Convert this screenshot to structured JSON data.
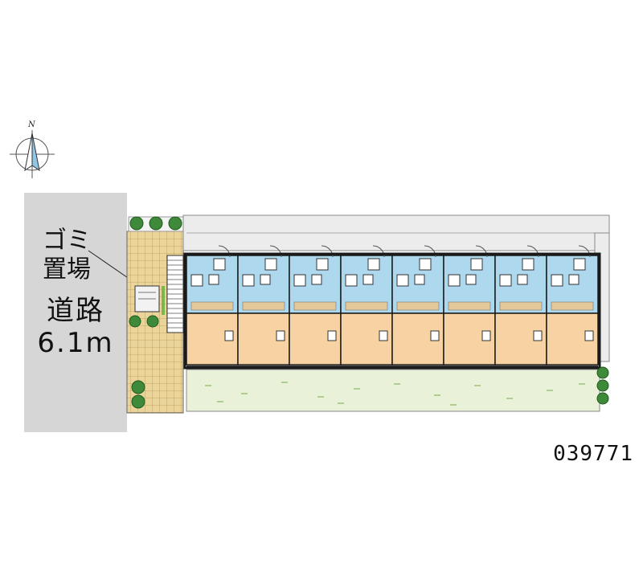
{
  "compass": {
    "north_label": "N"
  },
  "road": {
    "name": "道路",
    "width": "6.1m"
  },
  "garbage": {
    "line1": "ゴミ",
    "line2": "置場"
  },
  "property_code": "039771",
  "units": 8,
  "colors": {
    "road": "#d6d6d6",
    "wet_area": "#aed8ee",
    "living_room": "#f7d2a2",
    "lawn": "#e9f2d9",
    "paving": "#ebd49a",
    "shrub": "#3f8a3a",
    "walls": "#1a1a1a"
  }
}
